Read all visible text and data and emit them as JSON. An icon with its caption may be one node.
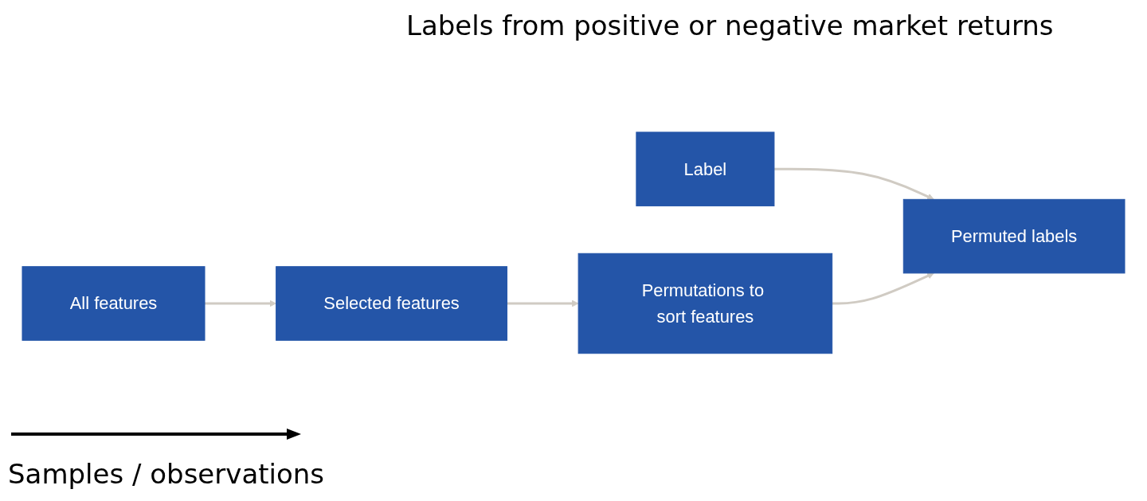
{
  "diagram": {
    "nodes": [
      {
        "text": [
          "All features"
        ]
      },
      {
        "text": [
          "Label"
        ]
      },
      {
        "text": [
          "Selected features"
        ]
      },
      {
        "text": [
          "Permutations to sort features"
        ]
      },
      {
        "text": [
          "Permuted labels"
        ]
      }
    ],
    "edges": [
      {
        "from": 0,
        "to": 2,
        "arrow": "to"
      },
      {
        "from": 1,
        "to": 4,
        "arrow": "to"
      },
      {
        "from": 2,
        "to": 3,
        "arrow": "to"
      },
      {
        "from": 3,
        "to": 4,
        "arrow": "to"
      }
    ],
    "labels": [
      "Labels from positive or negative market returns",
      "Samples / observations"
    ]
  }
}
